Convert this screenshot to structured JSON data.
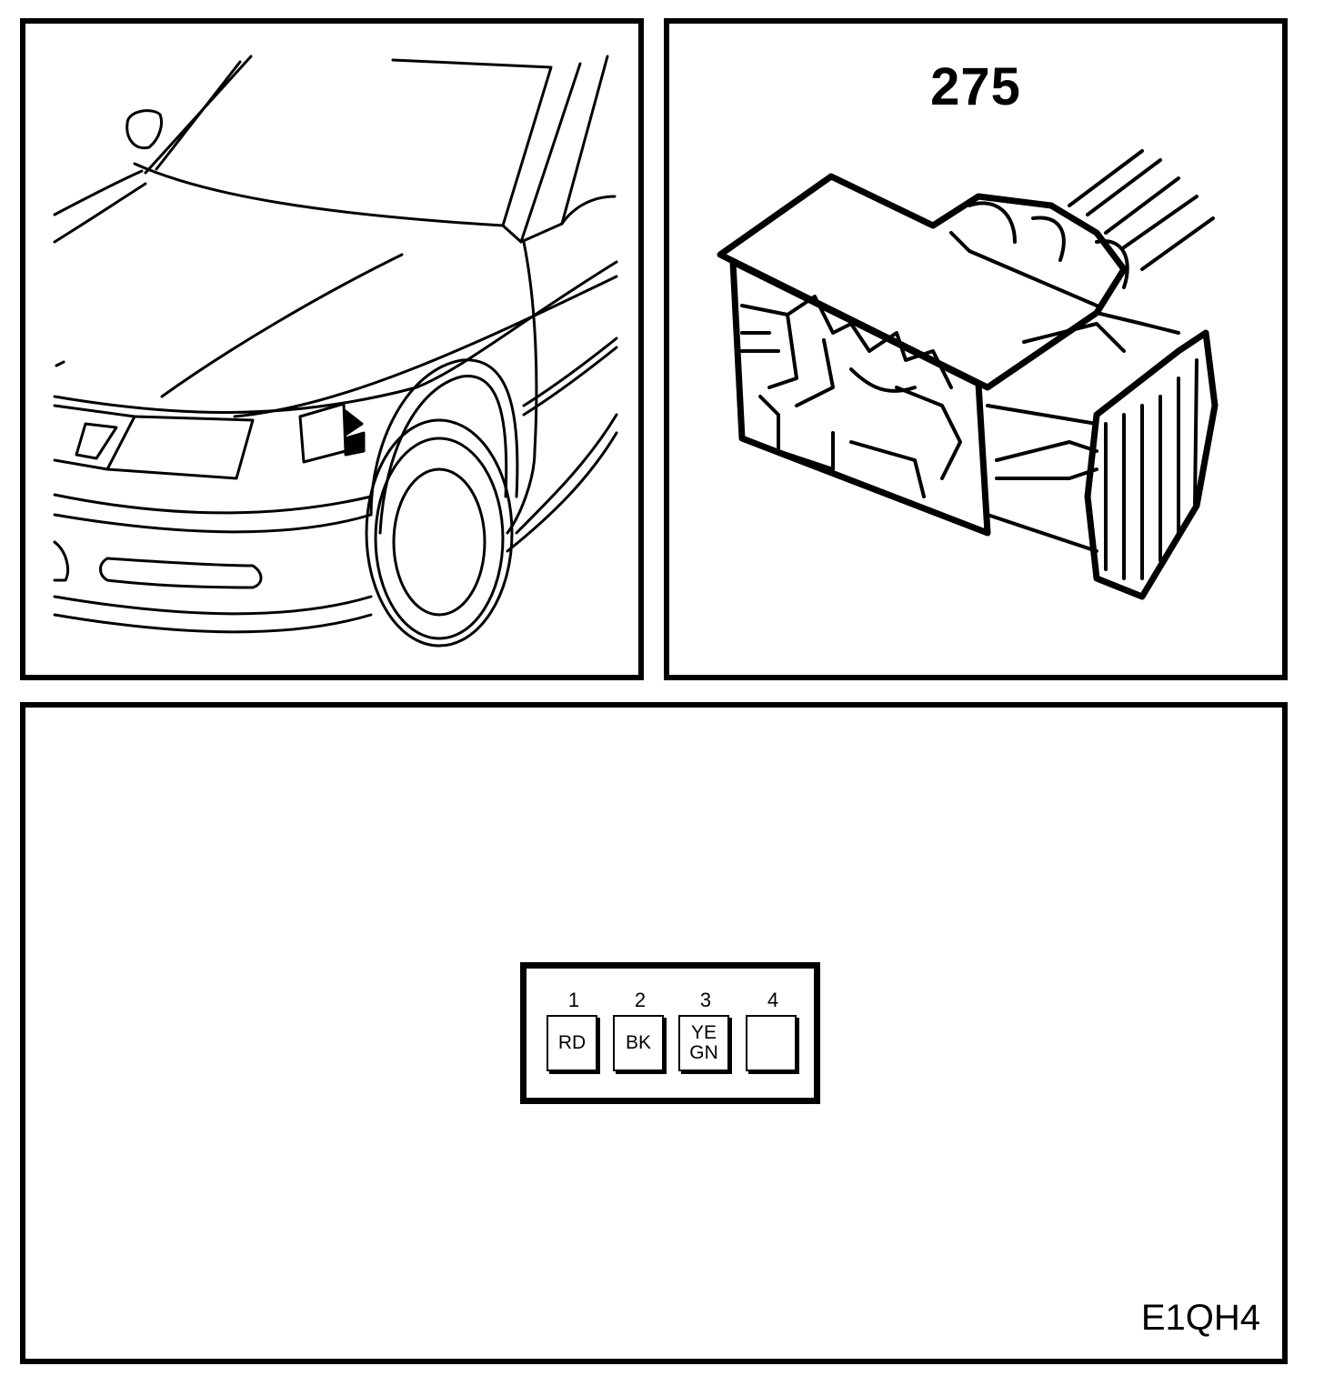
{
  "connector": {
    "number": "275",
    "pins": [
      {
        "number": "1",
        "color": "RD"
      },
      {
        "number": "2",
        "color": "BK"
      },
      {
        "number": "3",
        "color": "YE\nGN"
      },
      {
        "number": "4",
        "color": ""
      }
    ]
  },
  "figure_code": "E1QH4"
}
